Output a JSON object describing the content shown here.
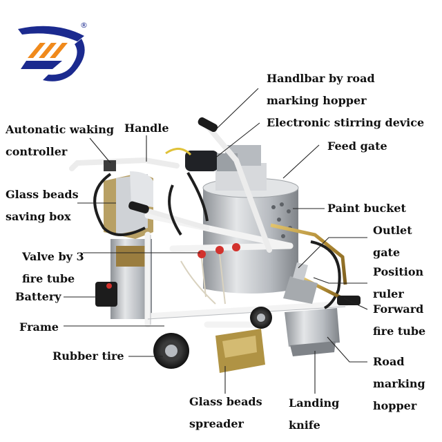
{
  "logo": {
    "mark": "®"
  },
  "labels": {
    "handlebar": [
      "Handlbar by road",
      "marking hopper"
    ],
    "auto_walking": [
      "Autonatic waking",
      "controller"
    ],
    "handle": [
      "Handle"
    ],
    "stirring": [
      "Electronic stirring device"
    ],
    "feed_gate": [
      "Feed gate"
    ],
    "glass_box": [
      "Glass beads",
      "saving box"
    ],
    "paint_bucket": [
      "Paint bucket"
    ],
    "outlet_gate": [
      "Outlet",
      "gate"
    ],
    "valve": [
      "Valve by 3",
      "fire tube"
    ],
    "position_ruler": [
      "Position",
      "ruler"
    ],
    "battery": [
      "Battery"
    ],
    "forward_fire_tube": [
      "Forward",
      "fire tube"
    ],
    "frame": [
      "Frame"
    ],
    "road_hopper": [
      "Road",
      "marking",
      "hopper"
    ],
    "rubber_tire": [
      "Rubber tire"
    ],
    "glass_spreader": [
      "Glass beads",
      "spreader"
    ],
    "landing_knife": [
      "Landing",
      "knife"
    ]
  },
  "colors": {
    "logo_blue": "#1b2a8f",
    "logo_orange": "#f08a1c",
    "steel": "#c9ccd0",
    "frame_white": "#f3f3f3",
    "brass": "#c49a3a",
    "valve_red": "#d2322d"
  }
}
